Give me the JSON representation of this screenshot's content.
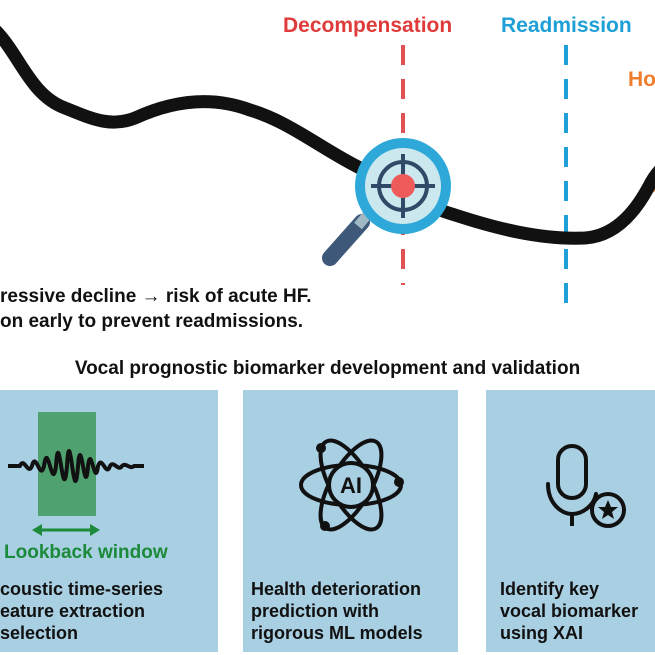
{
  "timeline": {
    "decompensation_label": "Decompensation",
    "readmission_label": "Readmission",
    "partial_label": "Ho",
    "colors": {
      "decompensation": "#e03b3b",
      "readmission": "#1ea0d6",
      "partial": "#f07d2b"
    }
  },
  "narrative": {
    "line1": "ressive decline → risk of acute HF.",
    "line2": "on early to prevent readmissions."
  },
  "section_title": "Vocal prognostic biomarker development and validation",
  "cards": [
    {
      "icon": "waveform-icon",
      "caption": "Lookback window",
      "caption_color": "#1b8a3a",
      "lines": [
        "coustic time-series",
        "eature extraction",
        "selection"
      ]
    },
    {
      "icon": "ai-atom-icon",
      "lines": [
        "Health deterioration",
        "prediction with",
        "rigorous ML models"
      ]
    },
    {
      "icon": "microphone-star-icon",
      "lines": [
        "Identify key",
        "vocal biomarker",
        "using XAI"
      ]
    }
  ],
  "colors": {
    "card_bg": "#a9cfe2",
    "curve": "#111111",
    "magnifier_ring": "#2ea8d8",
    "target_red": "#ef5b5b",
    "window_green": "#3f9a5c"
  }
}
